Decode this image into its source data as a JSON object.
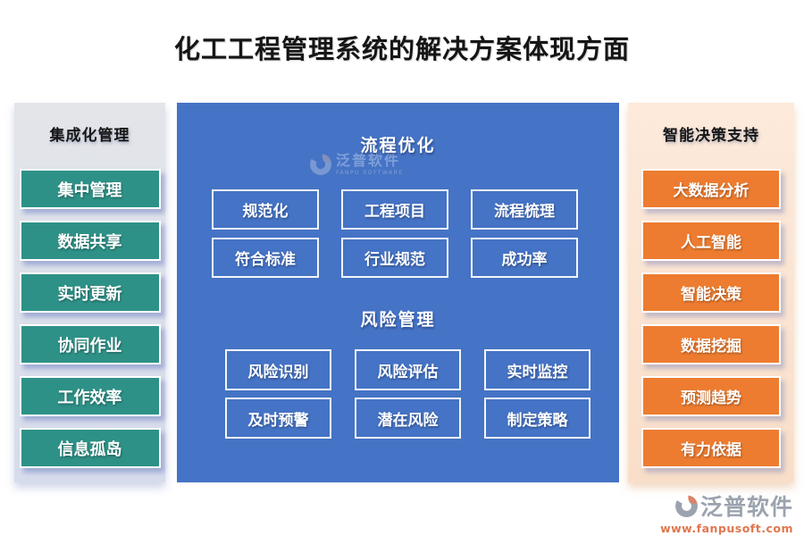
{
  "title": "化工工程管理系统的解决方案体现方面",
  "colors": {
    "center_panel_bg": "#4573c5",
    "left_panel_bg": "#dcdfe9",
    "right_panel_bg": "#fbe5d4",
    "teal_button": "#2e9187",
    "orange_button": "#ed7c30",
    "button_border": "#ffffff",
    "logo_gray": "#9ba3ae",
    "logo_orange": "#df8165",
    "url_text": "#e0764e"
  },
  "left_panel": {
    "header": "集成化管理",
    "items": [
      "集中管理",
      "数据共享",
      "实时更新",
      "协同作业",
      "工作效率",
      "信息孤岛"
    ]
  },
  "center_panel": {
    "sections": [
      {
        "header": "流程优化",
        "items": [
          "规范化",
          "工程项目",
          "流程梳理",
          "符合标准",
          "行业规范",
          "成功率"
        ]
      },
      {
        "header": "风险管理",
        "items": [
          "风险识别",
          "风险评估",
          "实时监控",
          "及时预警",
          "潜在风险",
          "制定策略"
        ]
      }
    ]
  },
  "right_panel": {
    "header": "智能决策支持",
    "items": [
      "大数据分析",
      "人工智能",
      "智能决策",
      "数据挖掘",
      "预测趋势",
      "有力依据"
    ]
  },
  "watermark": {
    "name": "泛普软件",
    "subtext": "FANPU SOFTWARE"
  },
  "footer": {
    "brand": "泛普软件",
    "url": "www.fanpusoft.com"
  }
}
